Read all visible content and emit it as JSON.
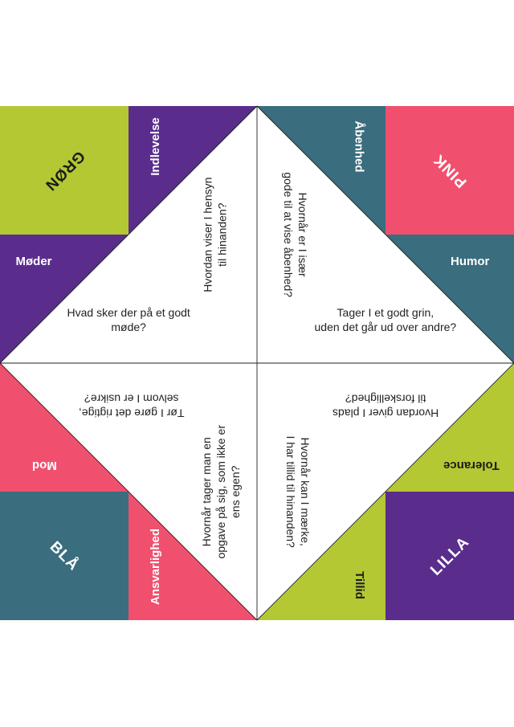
{
  "colors": {
    "green": "#b4c833",
    "purple": "#5a2d8d",
    "teal": "#3a6d7e",
    "pink": "#f0506e",
    "white": "#ffffff",
    "line": "#1f1f1f"
  },
  "corners": {
    "top_left": "GRØN",
    "top_right": "PINK",
    "bottom_left": "BLÅ",
    "bottom_right": "LILLA"
  },
  "values": {
    "indlevelse": "Indlevelse",
    "aabenhed": "Åbenhed",
    "moder": "Møder",
    "humor": "Humor",
    "mod": "Mod",
    "tolerance": "Tolerance",
    "ansvarlighed": "Ansvarlighed",
    "tillid": "Tillid"
  },
  "questions": {
    "hensyn": [
      "Hvordan viser I hensyn",
      "til hinanden?"
    ],
    "aabenhed": [
      "Hvornår er I især",
      "gode til at vise åbenhed?"
    ],
    "mode": [
      "Hvad sker der på et godt",
      "møde?"
    ],
    "grin": [
      "Tager I et godt grin,",
      "uden det går ud over andre?"
    ],
    "usikre": [
      "Tør I gøre det rigtige,",
      "selvom I er usikre?"
    ],
    "forskellighed": [
      "Hvordan giver I plads",
      "til forskellighed?"
    ],
    "opgave": [
      "Hvornår tager man en",
      "opgave på sig, som ikke er",
      "ens egen?"
    ],
    "tillid": [
      "Hvornår kan I mærke,",
      "I har tillid til hinanden?"
    ]
  }
}
